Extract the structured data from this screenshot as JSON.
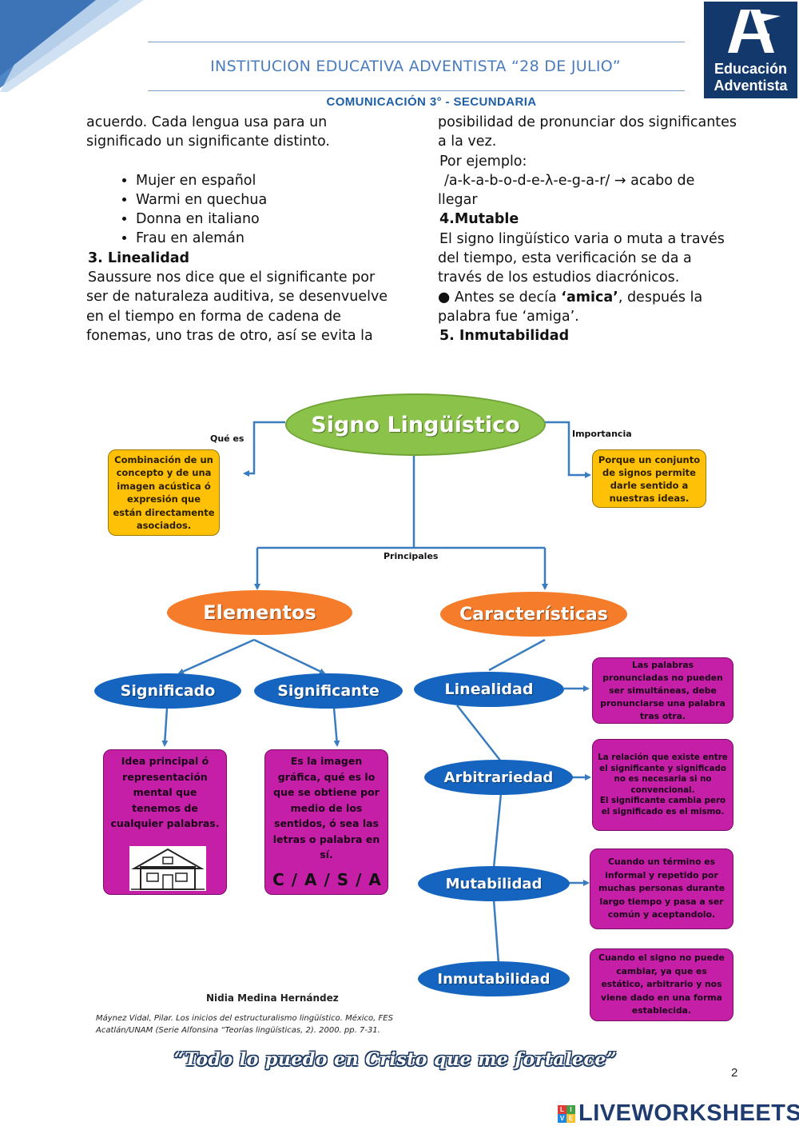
{
  "header": {
    "school": "INSTITUCION EDUCATIVA ADVENTISTA “28 DE JULIO”",
    "subject": "COMUNICACIÓN 3° - SECUNDARIA",
    "logo_line1": "Educación",
    "logo_line2": "Adventista"
  },
  "left_column": {
    "p1_line1": "acuerdo. Cada lengua usa para un",
    "p1_line2": "significado un significante distinto.",
    "bullets": [
      "Mujer en español",
      "Warmi en quechua",
      "Donna en italiano",
      "Frau en alemán"
    ],
    "heading3": "3. Linealidad",
    "p2_line1": "Saussure nos dice que el significante por",
    "p2_line2": "ser de naturaleza auditiva, se desenvuelve",
    "p2_line3": "en el tiempo en forma de cadena de",
    "p2_line4": "fonemas, uno tras de otro, así se evita la"
  },
  "right_column": {
    "p1_line1": "posibilidad de pronunciar dos significantes",
    "p1_line2": "a la vez.",
    "example_label": "Por ejemplo:",
    "example_line1": "/a-k-a-b-o-d-e-λ-e-g-a-r/ → acabo de",
    "example_line2": "llegar",
    "heading4": "4.Mutable",
    "p2_line1": "El signo lingüístico varia o muta a través",
    "p2_line2": "del tiempo, esta verificación se da a",
    "p2_line3": "través de los estudios diacrónicos.",
    "p3_prefix": "● Antes se decía ",
    "p3_bold": "‘amica’",
    "p3_suffix": ", después la",
    "p3_line2": "palabra fue ‘amiga’.",
    "heading5": "5. Inmutabilidad"
  },
  "concept_map": {
    "title": "Signo Lingüístico",
    "label_que_es": "Qué es",
    "label_importancia": "Importancia",
    "label_principales": "Principales",
    "box_que_es": "Combinación de un concepto y de una imagen acústica ó expresión que están directamente asociados.",
    "box_importancia": "Porque un conjunto de signos permite darle sentido a nuestras ideas.",
    "elementos": "Elementos",
    "caracteristicas": "Características",
    "significado": "Significado",
    "significante": "Significante",
    "box_significado": "Idea principal ó representación mental que tenemos de cualquier palabras.",
    "box_significante": "Es la imagen gráfica, qué es lo que se obtiene por medio de los sentidos, ó sea las letras o palabra en sí.",
    "casa_letters": "C / A / S / A",
    "linealidad": "Linealidad",
    "arbitrariedad": "Arbitrariedad",
    "mutabilidad": "Mutabilidad",
    "inmutabilidad": "Inmutabilidad",
    "box_linealidad": "Las palabras pronunciadas no pueden ser simultáneas, debe pronunciarse una palabra tras otra.",
    "box_arbitrariedad_1": "La relación que existe entre el significante y significado no es necesaria si no convencional.",
    "box_arbitrariedad_2": "El significante cambia pero el significado es el mismo.",
    "box_mutabilidad": "Cuando un término es informal y repetido por muchas personas durante largo tiempo y pasa a ser común y aceptandolo.",
    "box_inmutabilidad": "Cuando el signo no puede cambiar, ya que es estático, arbitrario y nos viene dado en una forma establecida.",
    "author": "Nidia Medina Hernández",
    "ref_line1": "Máynez Vidal, Pilar. Los inicios del estructuralismo lingüístico. México, FES",
    "ref_line2": "Acatlán/UNAM (Serie Alfonsina “Teorías lingüísticas, 2). 2000. pp. 7-31."
  },
  "footer": {
    "motto": "“Todo lo puedo en Cristo que me fortalece”",
    "page_number": "2",
    "brand": "LIVEWORKSHEETS",
    "brand_icon_letters": [
      "L",
      "I",
      "V",
      "E"
    ]
  },
  "colors": {
    "header_blue": "#4a7cbf",
    "green_oval": "#8bc34a",
    "orange_oval": "#f57c2b",
    "blue_oval": "#1565c0",
    "yellow_box": "#ffc107",
    "magenta_box": "#c51fa8",
    "connector": "#3a7cc0"
  }
}
